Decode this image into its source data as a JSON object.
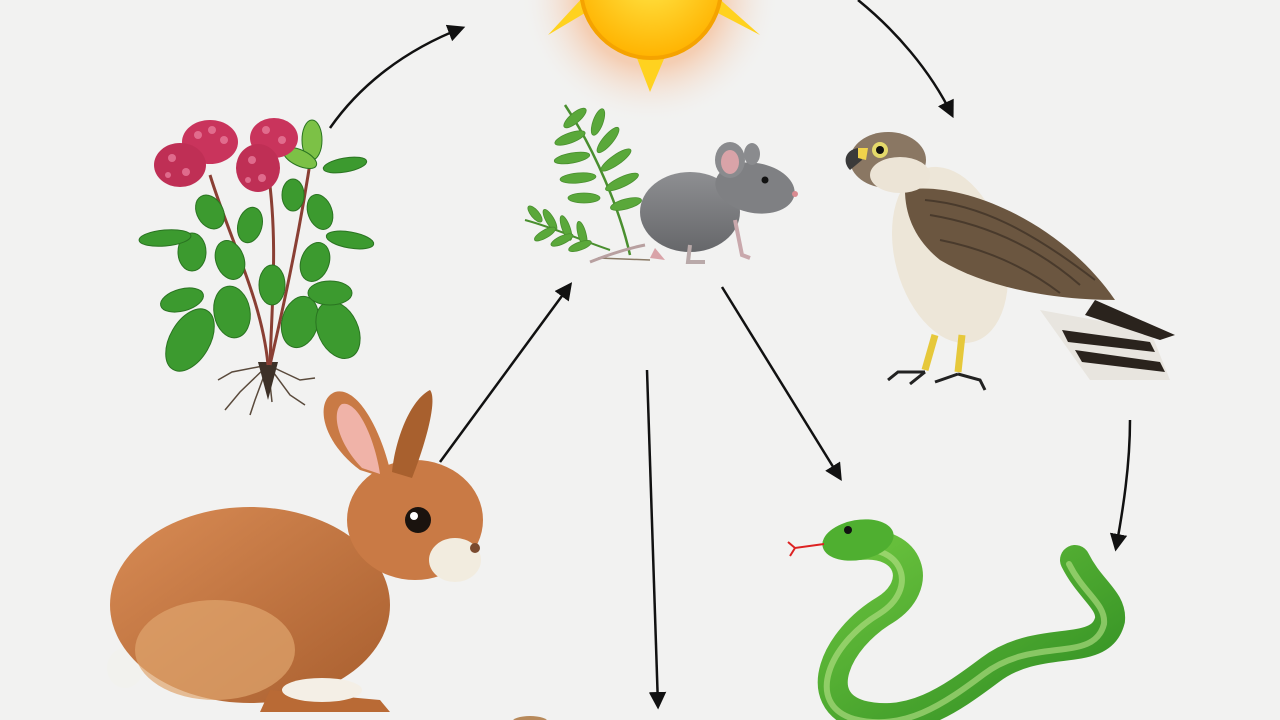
{
  "diagram": {
    "background": "#f2f2f1",
    "arrow_color": "#111111",
    "nodes": [
      {
        "id": "sun",
        "icon": "sun-icon",
        "color": "#ffd21f"
      },
      {
        "id": "berry-plant",
        "icon": "berry-plant-icon",
        "color": "#c9345c"
      },
      {
        "id": "fern",
        "icon": "fern-icon",
        "color": "#5aa83a"
      },
      {
        "id": "mouse",
        "icon": "mouse-icon",
        "color": "#7d7e80"
      },
      {
        "id": "hawk",
        "icon": "hawk-icon",
        "color": "#6b5640"
      },
      {
        "id": "rabbit",
        "icon": "rabbit-icon",
        "color": "#c97a45"
      },
      {
        "id": "snake",
        "icon": "snake-icon",
        "color": "#44a52c"
      }
    ],
    "arrows": [
      {
        "from": "berry-plant",
        "to": "sun"
      },
      {
        "from": "sun",
        "to": "hawk"
      },
      {
        "from": "rabbit",
        "to": "mouse"
      },
      {
        "from": "mouse",
        "to": "snake"
      },
      {
        "from": "mouse",
        "to": "offscreen-bottom"
      },
      {
        "from": "hawk",
        "to": "snake"
      }
    ]
  }
}
